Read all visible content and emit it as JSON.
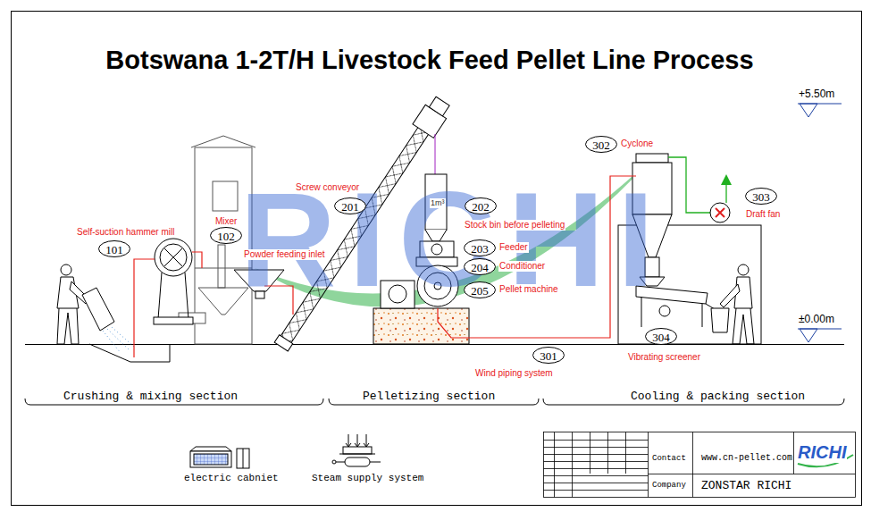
{
  "diagram": {
    "title": "Botswana 1-2T/H Livestock Feed Pellet Line Process",
    "nodes": [
      {
        "text": [
          "101",
          "Self-suction hammer mill"
        ]
      },
      {
        "text": [
          "102",
          "Mixer"
        ]
      },
      {
        "text": [
          "201",
          "Screw conveyor"
        ]
      },
      {
        "text": [
          "202",
          "Stock bin before pelleting"
        ]
      },
      {
        "text": [
          "203",
          "Feeder"
        ]
      },
      {
        "text": [
          "204",
          "Conditioner"
        ]
      },
      {
        "text": [
          "205",
          "Pellet machine"
        ]
      },
      {
        "text": [
          "301",
          "Wind piping system"
        ]
      },
      {
        "text": [
          "302",
          "Cyclone"
        ]
      },
      {
        "text": [
          "303",
          "Draft fan"
        ]
      },
      {
        "text": [
          "304",
          "Vibrating screener"
        ]
      }
    ],
    "labels": [
      "Powder feeding inlet",
      "1m³",
      "Crushing & mixing section",
      "Pelletizing section",
      "Cooling & packing section",
      "+5.50m",
      "±0.00m",
      "electric cabniet",
      "Steam supply system",
      "Contact",
      "www.cn-pellet.com",
      "Company",
      "ZONSTAR RICHI",
      "RICHI",
      "RICHI"
    ]
  }
}
